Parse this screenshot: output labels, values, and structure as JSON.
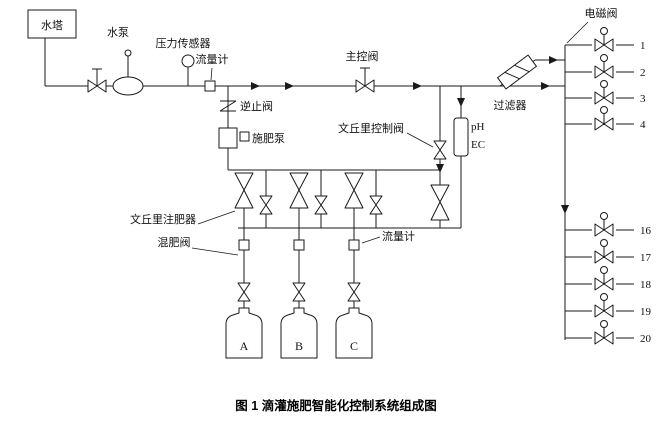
{
  "colors": {
    "ink": "#1a1a1a",
    "background": "#ffffff"
  },
  "figure_caption": "图 1 滴灌施肥智能化控制系统组成图",
  "labels": {
    "water_tower": "水塔",
    "water_pump": "水泵",
    "pressure_sensor": "压力传感器",
    "flow_meter_main": "流量计",
    "check_valve": "逆止阀",
    "fertilizer_pump": "施肥泵",
    "main_control_valve": "主控阀",
    "venturi_control_valve": "文丘里控制阀",
    "filter": "过滤器",
    "ph": "pH",
    "ec": "EC",
    "solenoid_valve": "电磁阀",
    "venturi_injector": "文丘里注肥器",
    "mixing_valve": "混肥阀",
    "flow_meter_branch": "流量计"
  },
  "tanks": [
    "A",
    "B",
    "C"
  ],
  "solenoid": {
    "top": [
      "1",
      "2",
      "3",
      "4"
    ],
    "bottom": [
      "16",
      "17",
      "18",
      "19",
      "20"
    ]
  }
}
